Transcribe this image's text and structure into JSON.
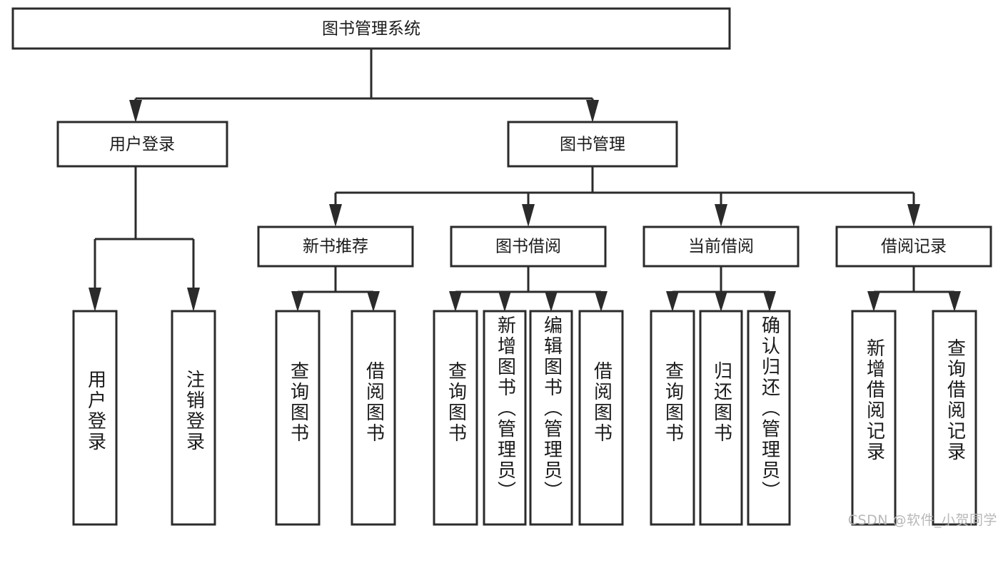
{
  "diagram": {
    "title": "图书管理系统",
    "type": "tree",
    "orientation": "top-down",
    "style": {
      "box_fill": "#ffffff",
      "box_stroke": "#2b2b2b",
      "line_color": "#2b2b2b",
      "text_color": "#1a1a1a",
      "background": "#ffffff"
    },
    "root": {
      "label": "图书管理系统"
    },
    "level2": [
      {
        "label": "用户登录"
      },
      {
        "label": "图书管理"
      }
    ],
    "level3": [
      {
        "label": "新书推荐"
      },
      {
        "label": "图书借阅"
      },
      {
        "label": "当前借阅"
      },
      {
        "label": "借阅记录"
      }
    ],
    "leaves": {
      "user_login": [
        {
          "label": "用户登录"
        },
        {
          "label": "注销登录"
        }
      ],
      "new_book_recommend": [
        {
          "label": "查询图书"
        },
        {
          "label": "借阅图书"
        }
      ],
      "book_borrow": [
        {
          "label": "查询图书"
        },
        {
          "label": "新增图书（管理员）"
        },
        {
          "label": "编辑图书（管理员）"
        },
        {
          "label": "借阅图书"
        }
      ],
      "current_borrow": [
        {
          "label": "查询图书"
        },
        {
          "label": "归还图书"
        },
        {
          "label": "确认归还（管理员）"
        }
      ],
      "borrow_record": [
        {
          "label": "新增借阅记录"
        },
        {
          "label": "查询借阅记录"
        }
      ]
    }
  },
  "watermark": {
    "text": "CSDN @软件_小贺同学"
  }
}
